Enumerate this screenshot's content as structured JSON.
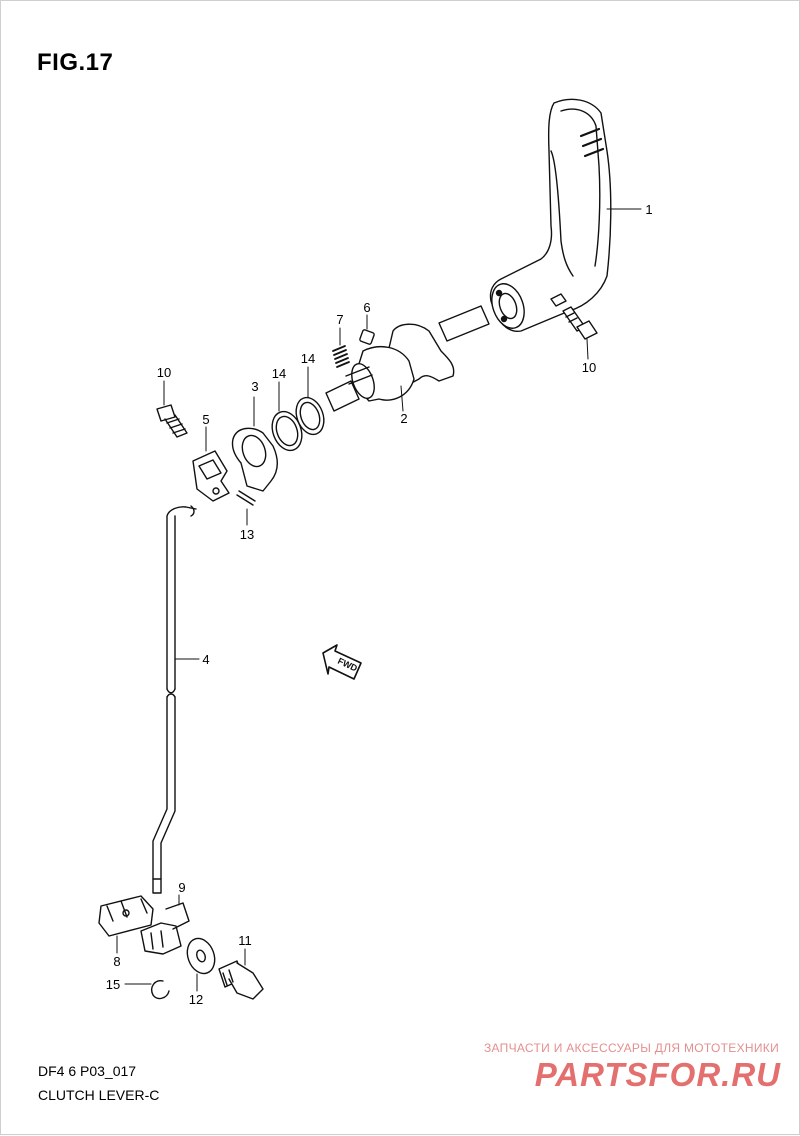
{
  "figure": {
    "title": "FIG.17"
  },
  "caption": {
    "code": "DF4 6 P03_017",
    "name": "CLUTCH LEVER-C"
  },
  "fwd_label": "FWD",
  "callouts": [
    {
      "id": "c1",
      "label": "1"
    },
    {
      "id": "c2",
      "label": "2"
    },
    {
      "id": "c3",
      "label": "3"
    },
    {
      "id": "c4",
      "label": "4"
    },
    {
      "id": "c5",
      "label": "5"
    },
    {
      "id": "c6",
      "label": "6"
    },
    {
      "id": "c7",
      "label": "7"
    },
    {
      "id": "c8",
      "label": "8"
    },
    {
      "id": "c9",
      "label": "9"
    },
    {
      "id": "c10a",
      "label": "10"
    },
    {
      "id": "c10b",
      "label": "10"
    },
    {
      "id": "c11",
      "label": "11"
    },
    {
      "id": "c12",
      "label": "12"
    },
    {
      "id": "c13",
      "label": "13"
    },
    {
      "id": "c14a",
      "label": "14"
    },
    {
      "id": "c14b",
      "label": "14"
    },
    {
      "id": "c15",
      "label": "15"
    }
  ],
  "watermark": {
    "tagline": "ЗАПЧАСТИ И АКСЕССУАРЫ ДЛЯ МОТОТЕХНИКИ",
    "brand": "PARTSFOR.RU"
  }
}
